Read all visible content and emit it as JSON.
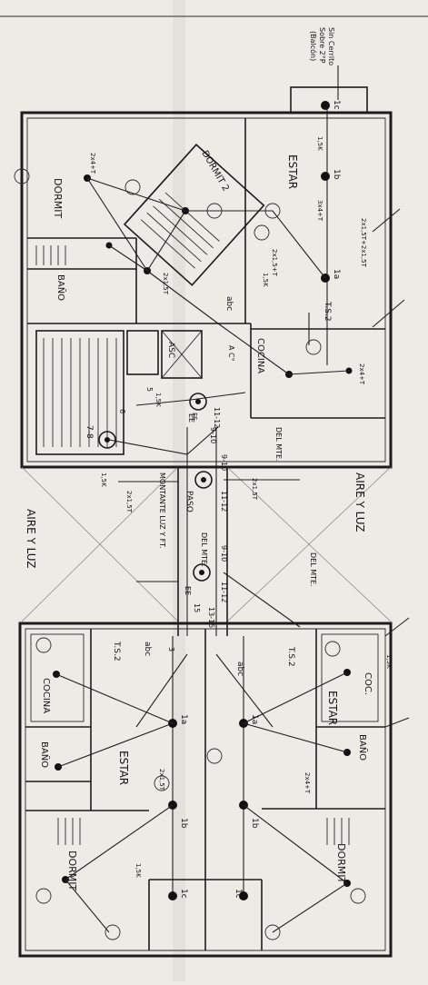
{
  "header": {
    "note_line1": "Sin Cerrito",
    "note_line2": "Sobre 2°P",
    "note_line3": "(Balcón)"
  },
  "rooms": {
    "top_estar": "ESTAR",
    "top_dormit1": "DORMIT",
    "top_dormit2": "DORMIT 2",
    "top_bano": "BAÑO",
    "top_cocina": "COCINA",
    "asc": "ASC",
    "paso": "PASO",
    "montante": "MONTANTE LUZ Y FT.",
    "aire_luz_left": "AIRE Y LUZ",
    "aire_luz_right": "AIRE Y LUZ",
    "bl_cocina": "COCINA",
    "bl_bano": "BAÑO",
    "bl_estar": "ESTAR",
    "bl_dormit": "DORMIT",
    "br_estar": "ESTAR",
    "br_bano": "BAÑO",
    "br_dormit": "DORMIT",
    "br_coc": "COC."
  },
  "labels": {
    "ts2_top": "T.S.2",
    "ts2_bl": "T.S.2",
    "ts2_br": "T.S.2",
    "abc_top": "abc",
    "abc_bl": "abc",
    "abc_br": "abc",
    "num_1c_top": "1c",
    "num_1b_top": "1b",
    "num_1a_top": "1a",
    "num_1a_bl": "1a",
    "num_1b_bl": "1b",
    "num_1c_bl": "1c",
    "num_1a_br": "1a",
    "num_1b_br": "1b",
    "num_1c_br": "1c",
    "num_78": "7-8",
    "num_1112": "11-12",
    "num_910": "9-10",
    "num_910b": "9-10",
    "num_1112b": "11-12",
    "num_910c": "9-10",
    "num_1112c": "11-12",
    "num_1315": "13-15",
    "num_5": "5",
    "num_6": "6",
    "del_mte": "DEL MTE.",
    "del_mte_b": "DEL MTE.",
    "del_mte_c": "DEL MTE.",
    "ee": "EE",
    "ee_b": "EE",
    "asc_en": "A C°",
    "fe": "FE",
    "m15": "15",
    "m3": "3"
  },
  "wire_notes": [
    "2x4+T",
    "1,5K",
    "3x4+T",
    "2x1,5T+2x1,5T",
    "2x1,5+T",
    "1,5K",
    "2x1,5T",
    "1,5K",
    "2x4+T",
    "2x1,5T",
    "2x1,5T",
    "1,5K",
    "2x1,5T",
    "1,5K",
    "2x4+T",
    "1,5K"
  ]
}
